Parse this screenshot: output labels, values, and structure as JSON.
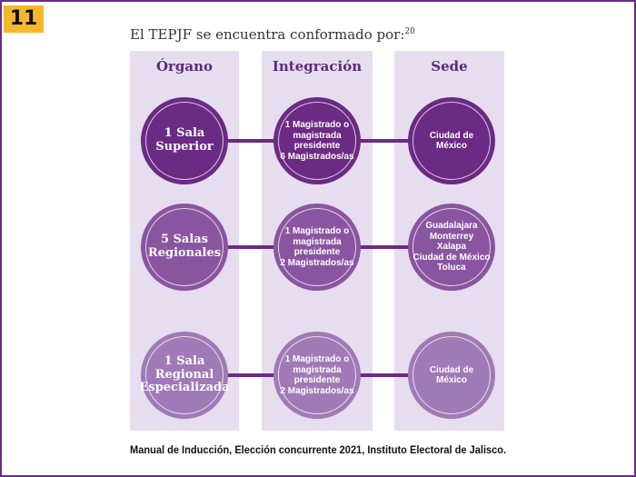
{
  "slide_number": "11",
  "title": "El TEPJF se encuentra conformado por:",
  "footnote": "20",
  "columns": [
    "Órgano",
    "Integración",
    "Sede"
  ],
  "rows": [
    {
      "organo": "1 Sala\nSuperior",
      "integracion": "1 Magistrado o\nmagistrada\npresidente\n6 Magistrados/as",
      "sede": "Ciudad de\nMéxico",
      "color": "#6b2a83"
    },
    {
      "organo": "5 Salas\nRegionales",
      "integracion": "1 Magistrado o\nmagistrada\npresidente\n2 Magistrados/as",
      "sede": "Guadalajara\nMonterrey\nXalapa\nCiudad de México\nToluca",
      "color": "#8a55a0"
    },
    {
      "organo": "1 Sala\nRegional\nEspecializada",
      "integracion": "1 Magistrado o\nmagistrada\npresidente\n2 Magistrados/as",
      "sede": "Ciudad de\nMéxico",
      "color": "#a07ab6"
    }
  ],
  "caption": "Manual de Inducción, Elección concurrente 2021, Instituto Electoral de Jalisco."
}
